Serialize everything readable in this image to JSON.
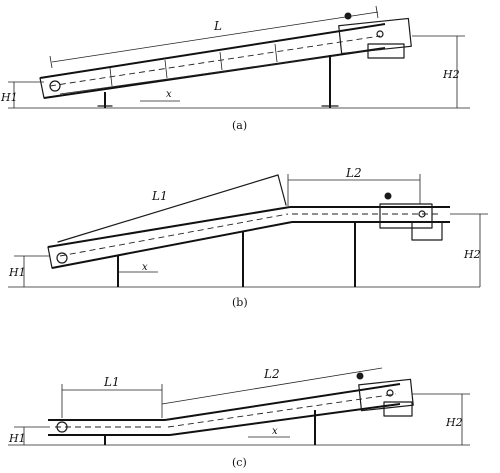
{
  "figure": {
    "a": {
      "caption": "(a)",
      "labels": {
        "length": "L",
        "h1": "H1",
        "h2": "H2",
        "x": "x"
      }
    },
    "b": {
      "caption": "(b)",
      "labels": {
        "l1": "L1",
        "l2": "L2",
        "h1": "H1",
        "h2": "H2",
        "x": "x"
      }
    },
    "c": {
      "caption": "(c)",
      "labels": {
        "l1": "L1",
        "l2": "L2",
        "h1": "H1",
        "h2": "H2",
        "x": "x"
      }
    }
  }
}
